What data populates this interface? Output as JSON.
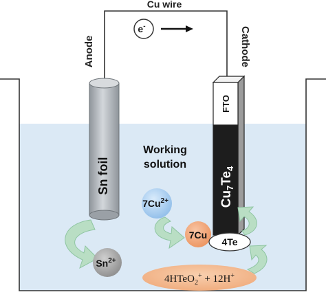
{
  "wire_label": "Cu wire",
  "electron_label": "e",
  "electron_charge": "-",
  "anode_label": "Anode",
  "cathode_label": "Cathode",
  "sn_foil_label": "Sn foil",
  "fto_label": "FTO",
  "cathode_film": {
    "main": "Cu",
    "sub1": "7",
    "mid": "Te",
    "sub2": "4"
  },
  "solution_label_line1": "Working",
  "solution_label_line2": "solution",
  "cu_ion": {
    "main": "7Cu",
    "sup": "2+"
  },
  "sn_ion": {
    "main": "Sn",
    "sup": "2+"
  },
  "cu_deposit_label": "7Cu",
  "te_deposit_label": "4Te",
  "reactant": {
    "a_main": "4HTeO",
    "a_sub": "2",
    "a_sup": "+",
    "b": " + 12H",
    "b_sup": "+"
  },
  "colors": {
    "solution": "#dbe9f5",
    "rod": "#b5babf",
    "film": "#1d1d1d",
    "cu_ion_fill": "#a9cdf0",
    "cu_deposit_fill": "#f0a57a",
    "sn_ion_fill": "#a6a6a6",
    "reactant_fill": "#f4b88c",
    "arrow_green": "#b9dec4"
  }
}
